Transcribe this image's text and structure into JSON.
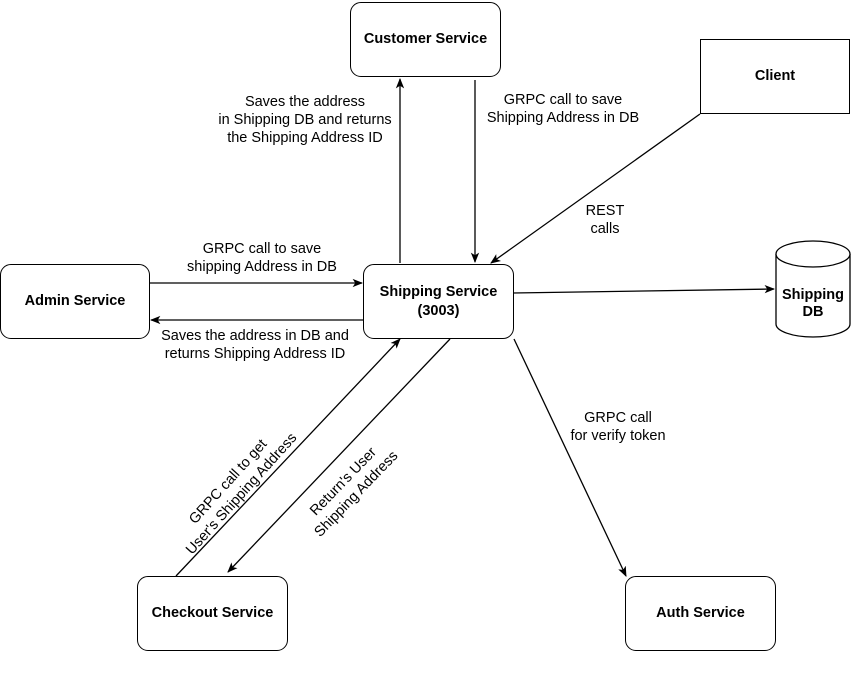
{
  "nodes": {
    "customer": "Customer Service",
    "client": "Client",
    "admin": "Admin Service",
    "shipping": "Shipping Service\n(3003)",
    "shipping_db": "Shipping\nDB",
    "checkout": "Checkout Service",
    "auth": "Auth Service"
  },
  "edges": {
    "shipping_to_customer": "Saves the address\nin Shipping DB and returns\nthe Shipping Address ID",
    "customer_to_shipping": "GRPC call to save\nShipping Address in DB",
    "client_to_shipping": "REST\ncalls",
    "admin_to_shipping": "GRPC call to save\nshipping Address in DB",
    "shipping_to_admin": "Saves the address in DB and\nreturns Shipping Address ID",
    "checkout_to_shipping": "GRPC call to get\nUser's Shipping Address",
    "shipping_to_checkout": "Return's User\nShipping Address",
    "shipping_to_auth": "GRPC call\nfor verify token"
  }
}
